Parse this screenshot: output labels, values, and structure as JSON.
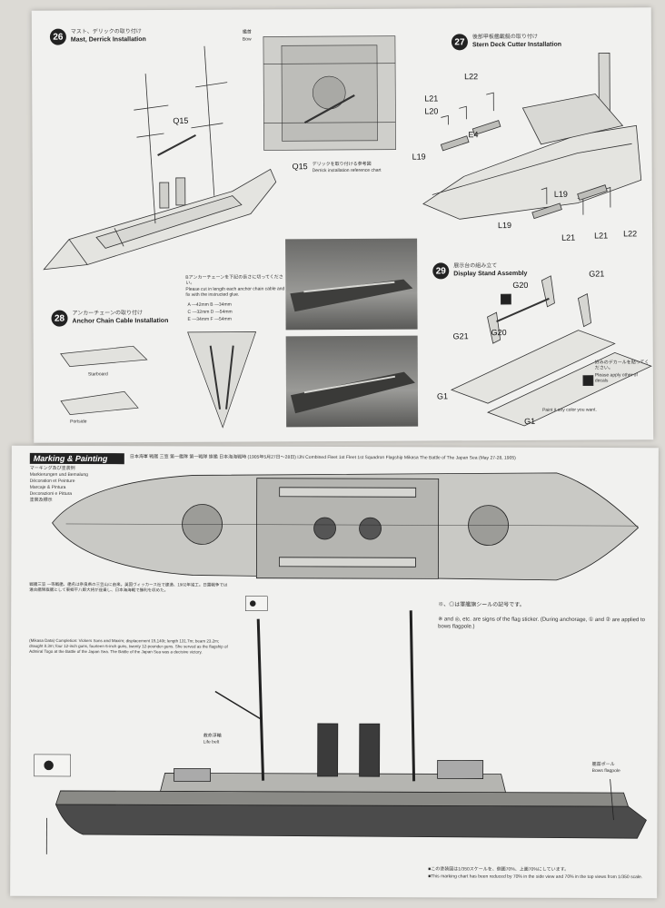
{
  "steps": {
    "s26": {
      "num": "26",
      "jp": "マスト、デリックの取り付け",
      "en": "Mast, Derrick Installation"
    },
    "s27": {
      "num": "27",
      "jp": "後部甲板艦載艇の取り付け",
      "en": "Stern Deck Cutter Installation"
    },
    "s28": {
      "num": "28",
      "jp": "アンカーチェーンの取り付け",
      "en": "Anchor Chain Cable Installation"
    },
    "s29": {
      "num": "29",
      "jp": "展示台の組み立て",
      "en": "Display Stand Assembly"
    }
  },
  "labels": {
    "q15_a": "Q15",
    "q15_b": "Q15",
    "bow_jp": "艦首",
    "bow_en": "Bow",
    "derrick_jp": "デリックを取り付ける参考図",
    "derrick_en": "Derrick installation reference chart",
    "l22_a": "L22",
    "l21_a": "L21",
    "l20": "L20",
    "e4": "E4",
    "l19_a": "L19",
    "l19_b": "L19",
    "l19_c": "L19",
    "l21_b": "L21",
    "l21_c": "L21",
    "l22_b": "L22",
    "g20_a": "G20",
    "g21_a": "G21",
    "g21_b": "G21",
    "g20_b": "G20",
    "g1_a": "G1",
    "g1_b": "G1",
    "chain_note_jp": "Bアンカーチェーンを下記の長さに切ってください。",
    "chain_note_en": "Please cut in length each anchor chain cable and fix with the instructed glue.",
    "chain_lens": [
      "A —42mm  B —34mm",
      "C —32mm  D —54mm",
      "E —34mm  F —54mm"
    ],
    "stand_note_jp": "好みのデカールを貼ってください。",
    "stand_note_en": "Please apply other of decals",
    "stand_note2": "Paint it any color you want.",
    "starboard": "Starboard",
    "portside": "Portside"
  },
  "marking": {
    "title": "Marking & Painting",
    "header": "日本海軍 戦艦 三笠 第一艦隊 第一戦隊 旗艦 日本海海戦時 (1905年5月27日〜28日)  IJN Combined Fleet 1st Fleet 1st Squadron Flagship Mikasa The Battle of The Japan Sea (May 27-28, 1905)",
    "subtitles": [
      "マーキング及び塗装例",
      "Markierungen und Bemalung",
      "Décoration et Peinture",
      "Marcaje & Pintura",
      "Decorazioni e Pittura",
      "塗裝及標示"
    ],
    "history_jp": "戦艦三笠 一等戦艦、艦名は奈良県の三笠山に由来。英国ヴィッカース社で建造、1902年竣工。日露戦争では連合艦隊旗艦として東郷平八郎大将が座乗し、日本海海戦で勝利を収めた。",
    "history_en": "(Mikasa Data) Completion: Vickers Sons and Maxim; displacement 15,140t; length 131.7m; beam 23.2m; draught 8.3m; four 12-inch guns, fourteen 6-inch guns, twenty 12-pounder guns. She served as the flagship of Admiral Togo at the Battle of the Japan Sea. The Battle of the Japan Sea was a decisive victory.",
    "legend_jp": "※、◎は軍艦旗シールの記号です。",
    "legend_en": "※ and ◎, etc. are signs of the flag sticker. (During anchorage, ① and ② are applied to bows flagpole.)",
    "lifebelt_jp": "救命浮輪",
    "lifebelt_en": "Life belt",
    "flagpole_jp": "艦首ポール",
    "flagpole_en": "Bows flagpole",
    "footnote_jp": "■この塗装図は1/350スケールを、側面70%、上面70%にしています。",
    "footnote_en": "■This marking chart has been reduced by 70% in the side view and 70% in the top views from 1/350 scale."
  },
  "colors": {
    "paper": "#f1f1ef",
    "hull": "#4b4b4b",
    "deck": "#c9c9c5",
    "line": "#222222"
  }
}
